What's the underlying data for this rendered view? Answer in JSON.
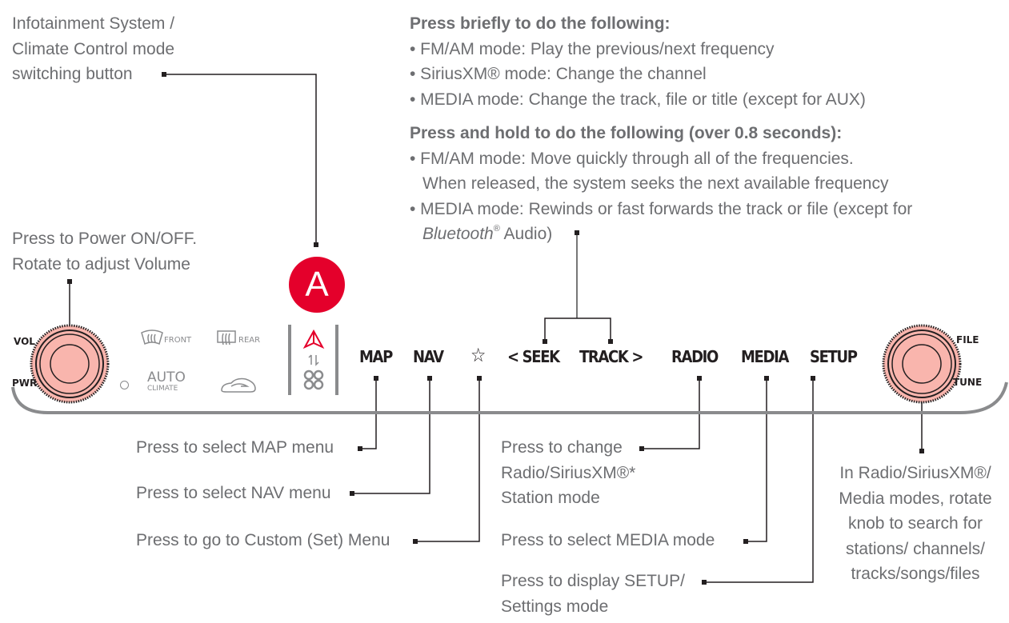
{
  "callouts": {
    "mode_switch": [
      "Infotainment System /",
      "Climate Control mode",
      "switching button"
    ],
    "power_volume": [
      "Press to Power ON/OFF.",
      "Rotate to adjust Volume"
    ],
    "seek_track": {
      "brief_heading": "Press briefly to do the following:",
      "brief_items": [
        "• FM/AM mode: Play the previous/next frequency",
        "• SiriusXM® mode: Change the channel",
        "• MEDIA mode: Change the track, file or title (except for AUX)"
      ],
      "hold_heading": "Press and hold to do the following (over 0.8 seconds):",
      "hold_items": [
        "• FM/AM mode: Move quickly through all of the frequencies.",
        "When released, the system seeks the next available frequency",
        "• MEDIA mode: Rewinds or fast forwards the track or file (except for"
      ],
      "hold_last_italic": "Bluetooth",
      "hold_last_reg": "®",
      "hold_last_rest": " Audio)"
    },
    "map": "Press to select MAP menu",
    "nav": "Press to select NAV menu",
    "custom": "Press to go to Custom (Set) Menu",
    "radio": [
      "Press to change",
      "Radio/SiriusXM®*",
      "Station mode"
    ],
    "media": "Press to select MEDIA mode",
    "setup": [
      "Press to display SETUP/",
      "Settings mode"
    ],
    "tune": [
      "In Radio/SiriusXM®/",
      "Media modes, rotate",
      "knob to search for",
      "stations/ channels/",
      "tracks/songs/files"
    ]
  },
  "badge": {
    "label": "A",
    "color": "#e4002b"
  },
  "panel": {
    "left_knob": {
      "top_label": "VOL",
      "bottom_label": "PWR"
    },
    "right_knob": {
      "top_label": "FILE",
      "bottom_label": "TUNE"
    },
    "climate": {
      "front_label": "FRONT",
      "rear_label": "REAR",
      "auto_label": "AUTO",
      "climate_label": "CLIMATE"
    },
    "buttons": {
      "map": "MAP",
      "nav": "NAV",
      "star": "☆",
      "seek": "< SEEK",
      "track": "TRACK >",
      "radio": "RADIO",
      "media": "MEDIA",
      "setup": "SETUP"
    },
    "knob_color": "#f9b5ad"
  }
}
